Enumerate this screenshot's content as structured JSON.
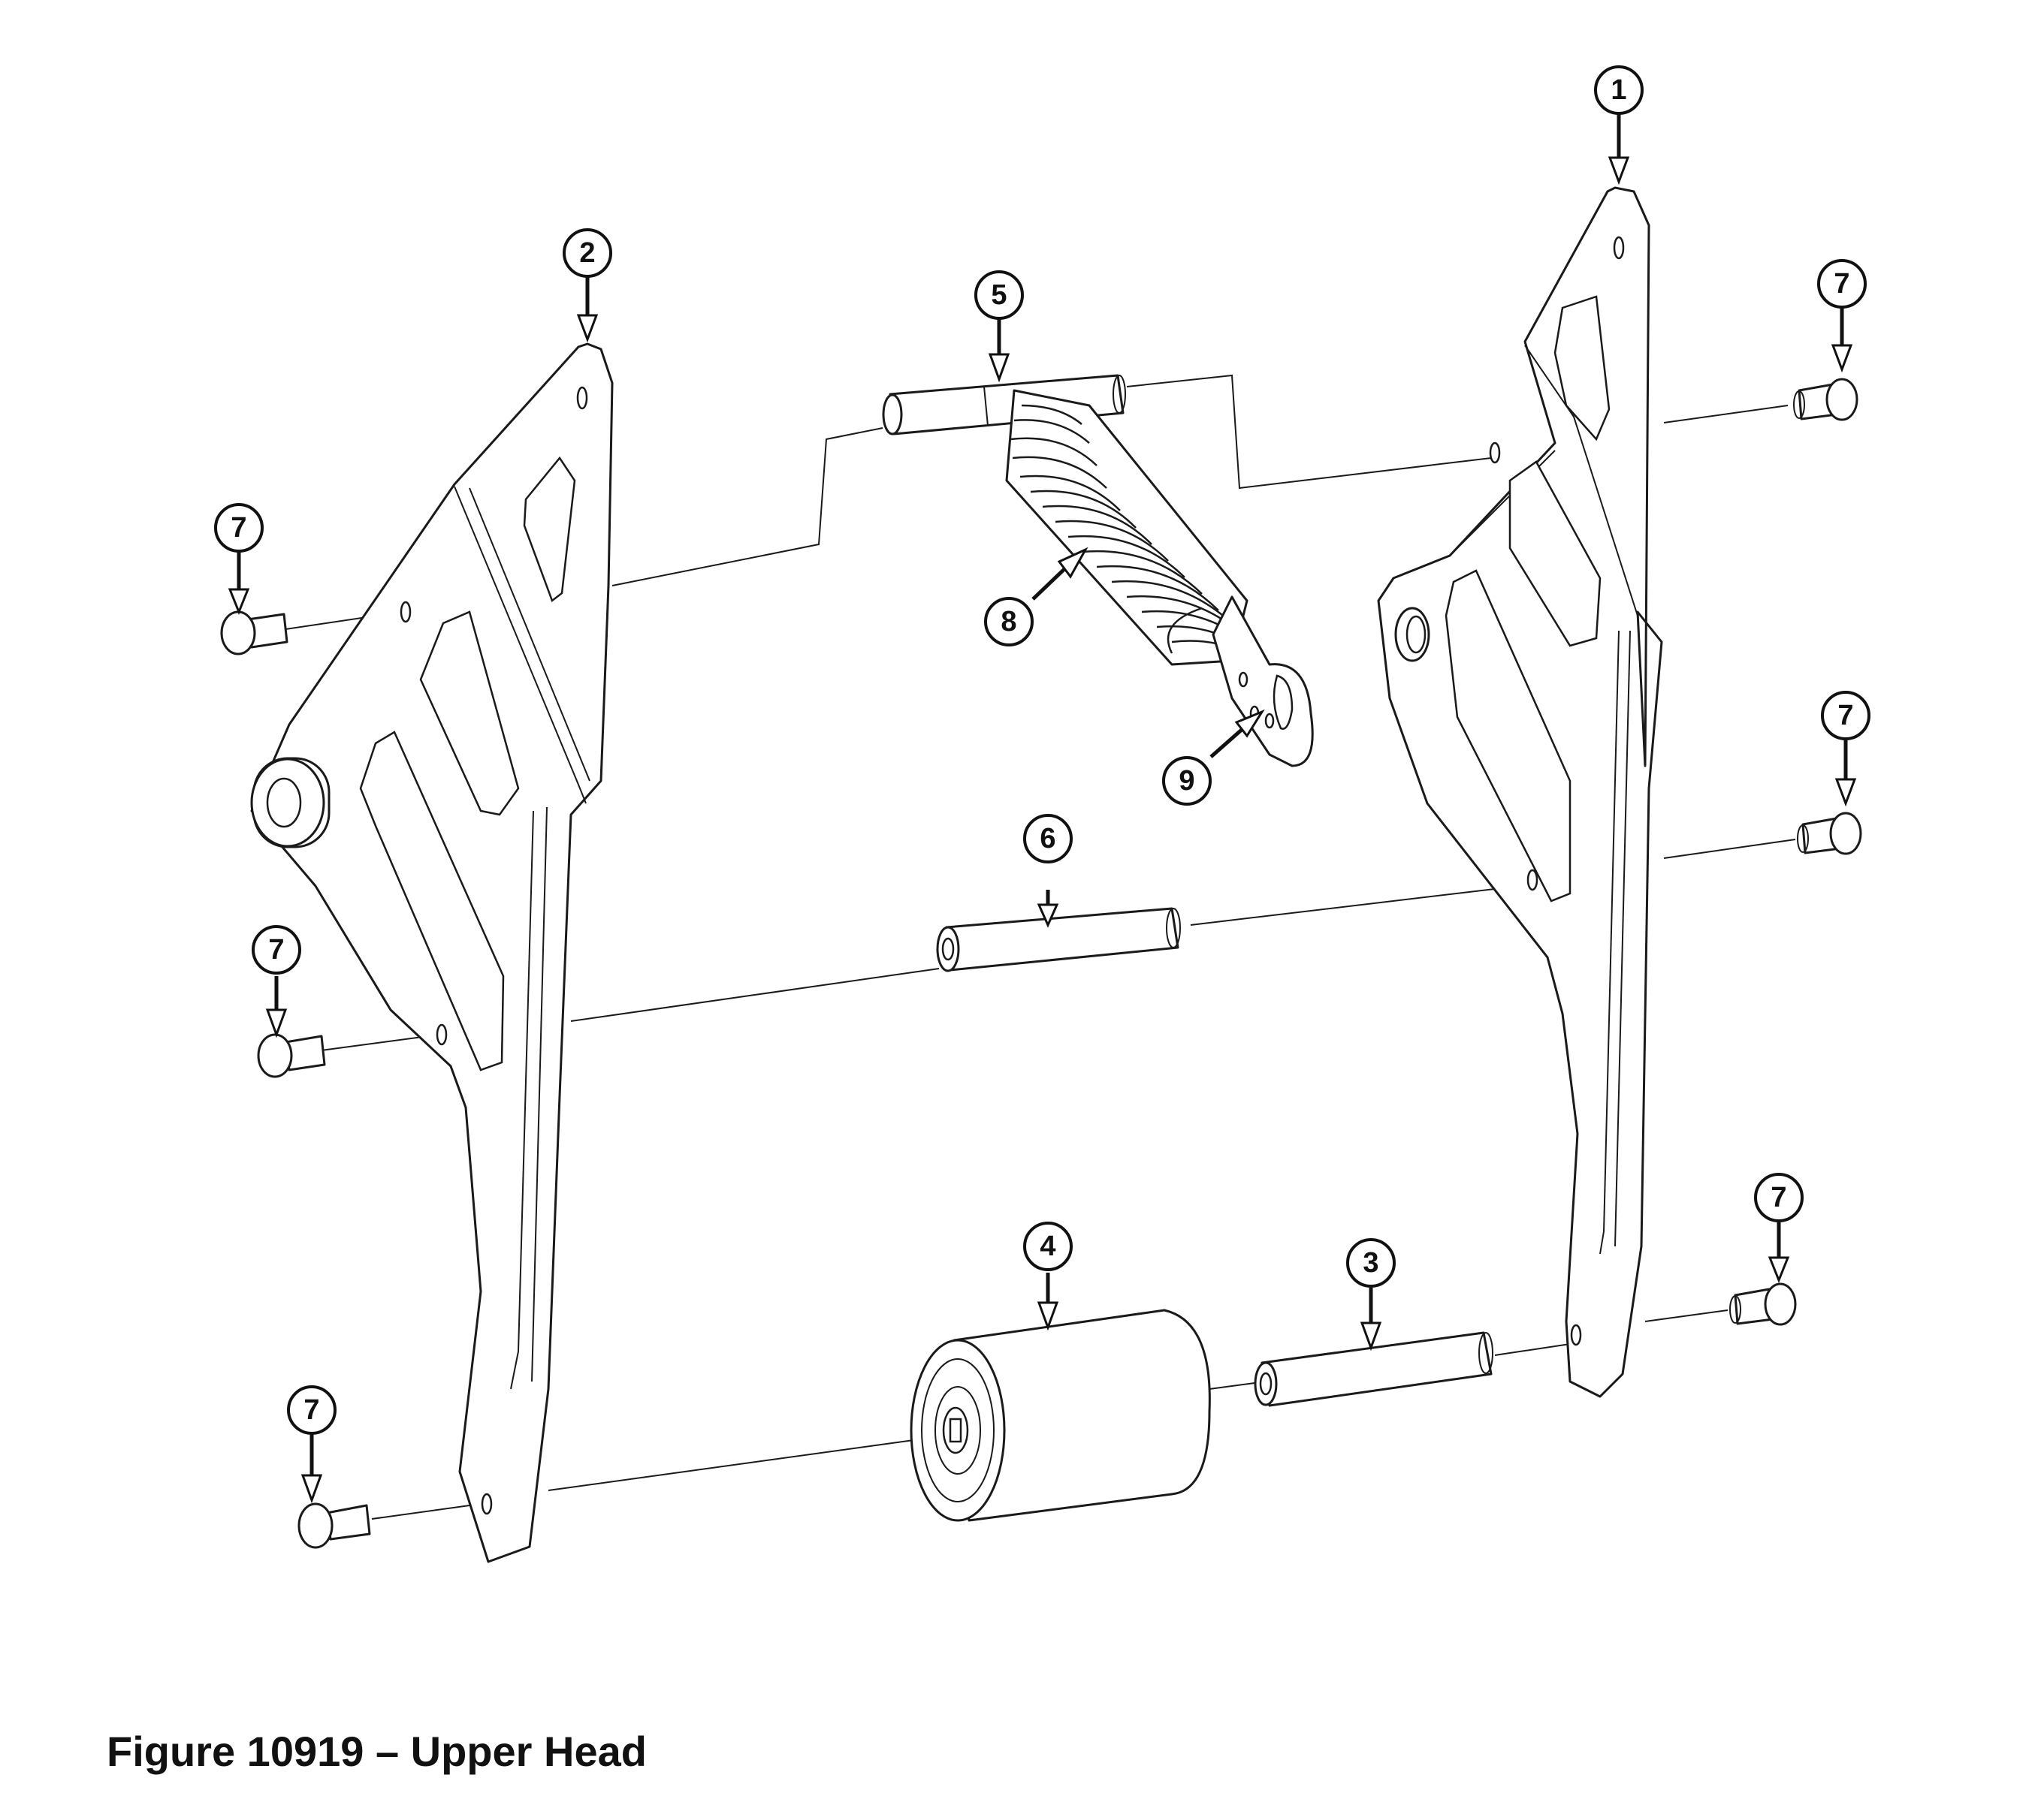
{
  "figure": {
    "caption": "Figure 10919 – Upper Head"
  },
  "callouts": {
    "c1": "1",
    "c2": "2",
    "c3": "3",
    "c4": "4",
    "c5": "5",
    "c6": "6",
    "c7a": "7",
    "c7b": "7",
    "c7c": "7",
    "c7d": "7",
    "c7e": "7",
    "c7f": "7",
    "c8": "8",
    "c9": "9"
  }
}
